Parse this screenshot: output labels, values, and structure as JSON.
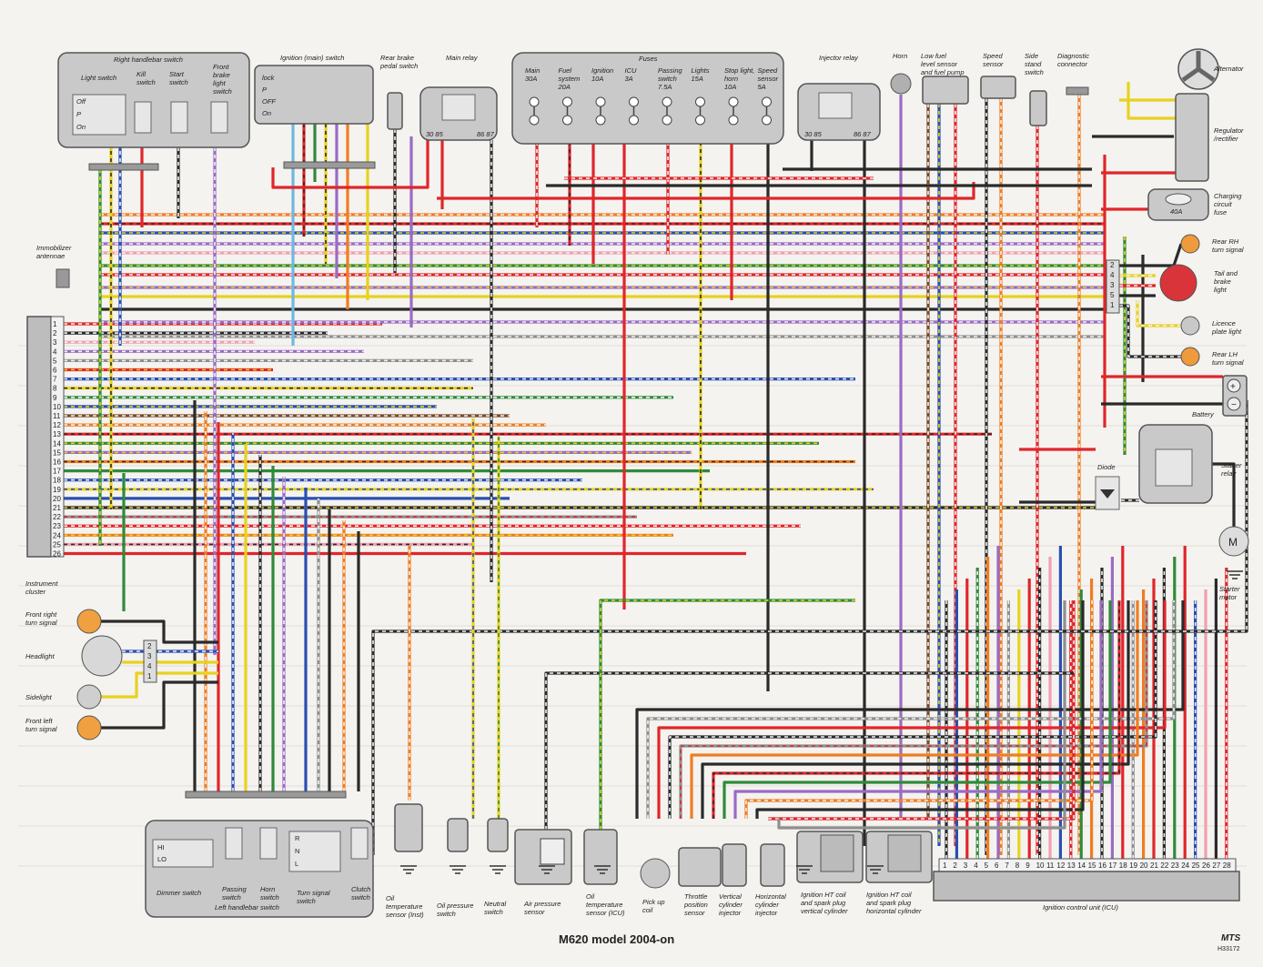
{
  "title": "M620 model 2004-on",
  "code": {
    "mts": "MTS",
    "ref": "H33172"
  },
  "colors": {
    "red": "#e0262a",
    "black": "#2a2a2a",
    "blue": "#2a4fb0",
    "green": "#2f8a3a",
    "yellow": "#e8d21e",
    "orange": "#ef7d22",
    "violet": "#9a6bc4",
    "pink": "#f0a0b0",
    "grey": "#8f8f8f",
    "white": "#f2f2f2",
    "brown": "#7a4a28",
    "light_blue": "#6fb8e0"
  },
  "components": {
    "right_handlebar_switch": "Right handlebar switch",
    "light_switch": "Light switch",
    "kill_switch": "Kill\nswitch",
    "start_switch": "Start\nswitch",
    "front_brake_light_switch": "Front\nbrake\nlight\nswitch",
    "light_positions": [
      "Off",
      "P",
      "On"
    ],
    "ignition_switch": "Ignition (main) switch",
    "ignition_positions": [
      "lock",
      "P",
      "OFF",
      "On"
    ],
    "rear_brake_pedal_switch": "Rear brake\npedal switch",
    "main_relay": "Main relay",
    "relay_pins_a": "30 85",
    "relay_pins_b": "86 87",
    "fuses_title": "Fuses",
    "fuses": [
      {
        "name": "Main",
        "amps": "30A"
      },
      {
        "name": "Fuel\nsystem",
        "amps": "20A"
      },
      {
        "name": "Ignition",
        "amps": "10A"
      },
      {
        "name": "ICU",
        "amps": "3A"
      },
      {
        "name": "Passing\nswitch",
        "amps": "7.5A"
      },
      {
        "name": "Lights",
        "amps": "15A"
      },
      {
        "name": "Stop light,\nhorn",
        "amps": "10A"
      },
      {
        "name": "Speed\nsensor",
        "amps": "5A"
      }
    ],
    "injector_relay": "Injector relay",
    "horn": "Horn",
    "low_fuel_sensor": "Low fuel\nlevel sensor\nand fuel pump",
    "speed_sensor": "Speed\nsensor",
    "side_stand_switch": "Side\nstand\nswitch",
    "diagnostic_connector": "Diagnostic\nconnector",
    "alternator": "Alternator",
    "regulator": "Regulator\n/rectifier",
    "charging_fuse": "Charging\ncircuit\nfuse",
    "charging_fuse_rating": "40A",
    "rear_rh_turn": "Rear RH\nturn signal",
    "tail_brake": "Tail and\nbrake\nlight",
    "licence_plate": "Licence\nplate light",
    "rear_lh_turn": "Rear LH\nturn signal",
    "battery": "Battery",
    "starter_relay": "Starter\nrelay",
    "diode": "Diode",
    "starter_motor": "Starter\nmotor",
    "motor_symbol": "M",
    "immobilizer": "Immobilizer\nantennae",
    "instrument_cluster": "Instrument\ncluster",
    "front_right_turn": "Front right\nturn signal",
    "headlight": "Headlight",
    "sidelight": "Sidelight",
    "front_left_turn": "Front left\nturn signal",
    "dimmer_switch": "Dimmer switch",
    "dimmer_positions": [
      "HI",
      "LO"
    ],
    "passing_switch": "Passing\nswitch",
    "horn_switch": "Horn\nswitch",
    "turn_signal_switch": "Turn signal\nswitch",
    "turn_positions": [
      "R",
      "N",
      "L"
    ],
    "clutch_switch": "Clutch\nswitch",
    "left_handlebar_switch": "Left handlebar switch",
    "oil_temp_inst": "Oil\ntemperature\nsensor (Inst)",
    "oil_pressure": "Oil pressure\nswitch",
    "neutral_switch": "Neutral\nswitch",
    "air_pressure": "Air pressure\nsensor",
    "oil_temp_icu": "Oil\ntemperature\nsensor (ICU)",
    "pickup_coil": "Pick up\ncoil",
    "throttle_sensor": "Throttle\nposition\nsensor",
    "vertical_injector": "Vertical\ncylinder\ninjector",
    "horizontal_injector": "Horizontal\ncylinder\ninjector",
    "coil_vertical": "Ignition HT coil\nand spark plug\nvertical cylinder",
    "coil_horizontal": "Ignition HT coil\nand spark plug\nhorizontal cylinder",
    "icu": "Ignition control unit (ICU)",
    "cluster_pins": [
      "1",
      "2",
      "3",
      "4",
      "5",
      "6",
      "7",
      "8",
      "9",
      "10",
      "11",
      "12",
      "13",
      "14",
      "15",
      "16",
      "17",
      "18",
      "19",
      "20",
      "21",
      "22",
      "23",
      "24",
      "25",
      "26"
    ],
    "icu_pins": [
      "1",
      "2",
      "3",
      "4",
      "5",
      "6",
      "7",
      "8",
      "9",
      "10",
      "11",
      "12",
      "13",
      "14",
      "15",
      "16",
      "17",
      "18",
      "19",
      "20",
      "21",
      "22",
      "23",
      "24",
      "25",
      "26",
      "27",
      "28"
    ],
    "rear_connector_pins": [
      "2",
      "4",
      "3",
      "5",
      "1"
    ],
    "front_connector_pins": [
      "2",
      "3",
      "4",
      "1"
    ]
  }
}
